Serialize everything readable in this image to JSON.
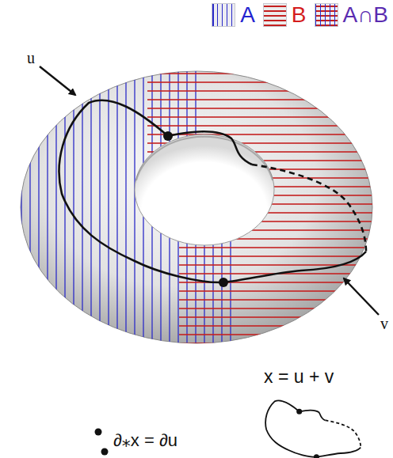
{
  "diagram": {
    "labels": [
      "u",
      "v",
      "∂⁎x = ∂u",
      "x = u + v"
    ],
    "legend": [
      {
        "text": "A"
      },
      {
        "text": "B"
      },
      {
        "text": "A∩B"
      }
    ]
  }
}
